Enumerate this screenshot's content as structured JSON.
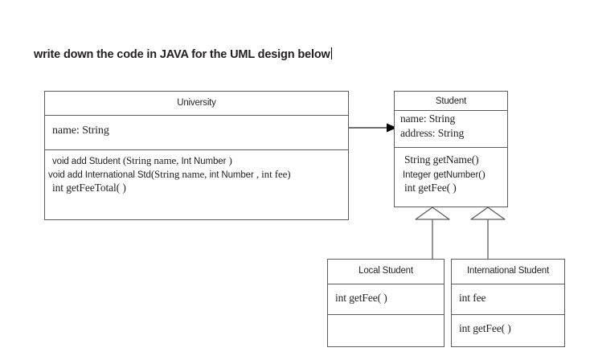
{
  "prompt": {
    "text": "write down the code in JAVA for the UML design below",
    "caret": "text-cursor"
  },
  "diagram": {
    "type": "uml-class-diagram",
    "colors": {
      "stroke": "#5d5d5d",
      "text": "#231f20",
      "background": "#ffffff"
    },
    "classes": {
      "university": {
        "name": "University",
        "attributes": [
          "name: String"
        ],
        "methods_parts": [
          [
            {
              "t": "void add Student  ",
              "f": "san"
            },
            {
              "t": "(String name, ",
              "f": "ser"
            },
            {
              "t": "Int Number",
              "f": "san"
            },
            {
              "t": "     )",
              "f": "ser"
            }
          ],
          [
            {
              "t": "void add International Std",
              "f": "san"
            },
            {
              "t": "(String name,  ",
              "f": "ser"
            },
            {
              "t": "int Number",
              "f": "san"
            },
            {
              "t": "    , int fee)",
              "f": "ser"
            }
          ],
          [
            {
              "t": " int getFeeTotal( )",
              "f": "ser"
            }
          ]
        ],
        "methods_plain": [
          "void add Student  (String name, Int Number     )",
          "void add International Std(String name,  int Number    , int fee)",
          "int getFeeTotal( )"
        ]
      },
      "student": {
        "name": "Student",
        "attributes": [
          "name: String",
          "address: String"
        ],
        "methods_parts": [
          [
            {
              "t": "String getName()",
              "f": "ser"
            }
          ],
          [
            {
              "t": "Integer get",
              "f": "san"
            },
            {
              "t": "Number",
              "f": "san"
            },
            {
              "t": "()",
              "f": "ser"
            }
          ],
          [
            {
              "t": "int getFee( )",
              "f": "ser"
            }
          ]
        ],
        "methods_plain": [
          "String getName()",
          "Integer getNumber()",
          "int getFee( )"
        ]
      },
      "local_student": {
        "name": "Local Student",
        "attributes": [
          "int getFee( )"
        ],
        "methods": []
      },
      "international_student": {
        "name": "International Student",
        "attributes": [
          "int fee"
        ],
        "methods": [
          "int getFee( )"
        ]
      }
    },
    "relationships": [
      {
        "kind": "association",
        "arrow": "filled-arrowhead",
        "from": "University",
        "to": "Student"
      },
      {
        "kind": "generalization",
        "arrow": "hollow-triangle",
        "from": "Local Student",
        "to": "Student"
      },
      {
        "kind": "generalization",
        "arrow": "hollow-triangle",
        "from": "International Student",
        "to": "Student"
      }
    ]
  }
}
